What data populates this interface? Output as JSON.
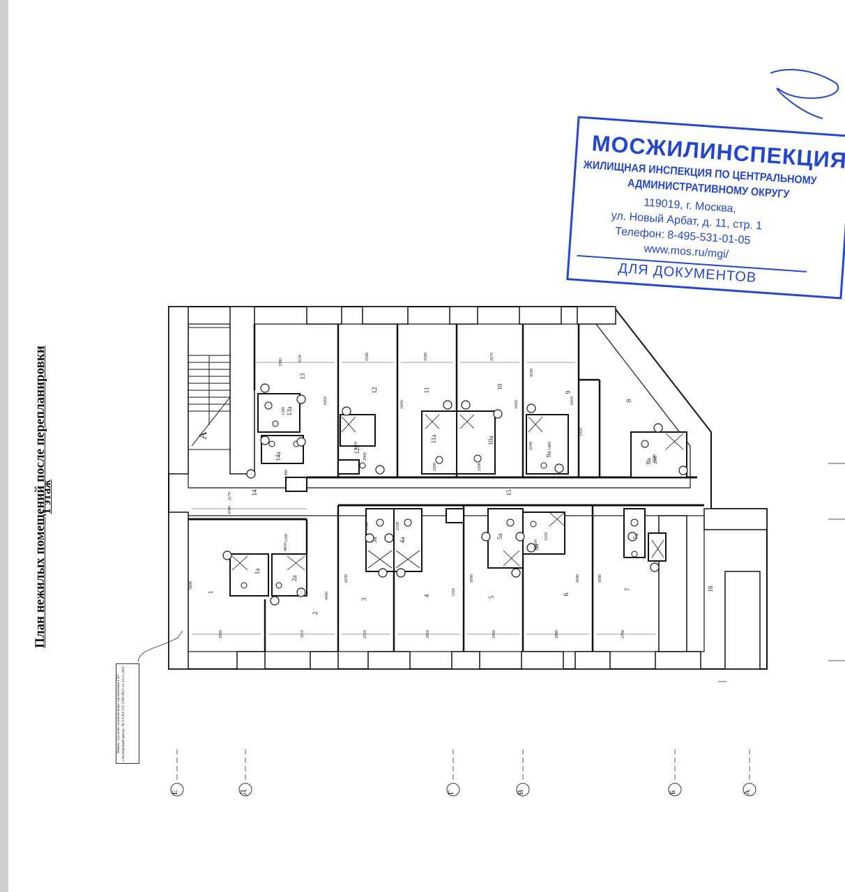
{
  "document": {
    "title": "План нежилых помещений после перепланировки",
    "floor": "1 этаж"
  },
  "note": {
    "text": "Инвен. согласно техническому заключению ГБУ «Экспертный центр» № ТЗ-ВЗ-ТЛ-1598-2021 от 24.11.2021"
  },
  "stamp": {
    "title": "МОСЖИЛИНСПЕКЦИЯ",
    "line1": "ЖИЛИЩНАЯ ИНСПЕКЦИЯ ПО ЦЕНТРАЛЬНОМУ",
    "line2": "АДМИНИСТРАТИВНОМУ ОКРУГУ",
    "line3": "119019, г. Москва,",
    "line4": "ул. Новый Арбат, д. 11, стр. 1",
    "line5": "Телефон: 8-495-531-01-05",
    "line6": "www.mos.ru/mgi/",
    "line7": "ДЛЯ ДОКУМЕНТОВ",
    "color": "#2347c8"
  },
  "plan": {
    "stair_label": "А",
    "rooms": [
      "1",
      "1а",
      "2",
      "2а",
      "3",
      "3а",
      "4",
      "4а",
      "5",
      "5а",
      "6",
      "6а",
      "7",
      "7а",
      "8",
      "8а",
      "9",
      "9а",
      "10",
      "10а",
      "11",
      "11а",
      "12",
      "12а",
      "13",
      "13а",
      "14",
      "14а",
      "15",
      "16"
    ],
    "dimensions": [
      "3590",
      "3130",
      "6450",
      "2560",
      "2500",
      "2670",
      "4290",
      "2240",
      "6450",
      "6450",
      "6450",
      "1410",
      "1490",
      "2170",
      "4780",
      "1100",
      "4850",
      "5600",
      "2930",
      "3110",
      "2510",
      "2810",
      "2430",
      "2880",
      "2700",
      "6030",
      "5320",
      "6090",
      "6090",
      "6090",
      "4430",
      "1340",
      "1450",
      "2060",
      "2200",
      "2200",
      "2100",
      "1400",
      "2240",
      "1850",
      "1650",
      "1590",
      "2330"
    ]
  },
  "axes": [
    "Е",
    "Д",
    "Г",
    "В",
    "Б",
    "А"
  ]
}
